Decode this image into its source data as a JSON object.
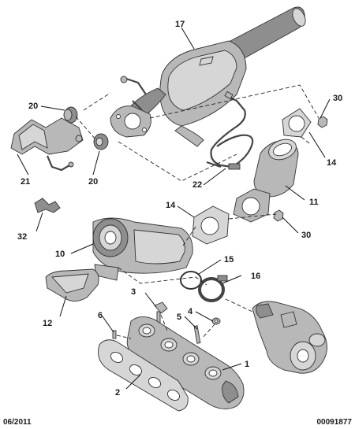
{
  "callouts": {
    "c1": "1",
    "c2": "2",
    "c3": "3",
    "c4": "4",
    "c5": "5",
    "c6": "6",
    "c10": "10",
    "c11": "11",
    "c12": "12",
    "c14a": "14",
    "c14b": "14",
    "c15": "15",
    "c16": "16",
    "c17": "17",
    "c20a": "20",
    "c20b": "20",
    "c21": "21",
    "c22": "22",
    "c30a": "30",
    "c30b": "30",
    "c32": "32"
  },
  "footer": {
    "date": "06/2011",
    "reference": "00091877"
  }
}
